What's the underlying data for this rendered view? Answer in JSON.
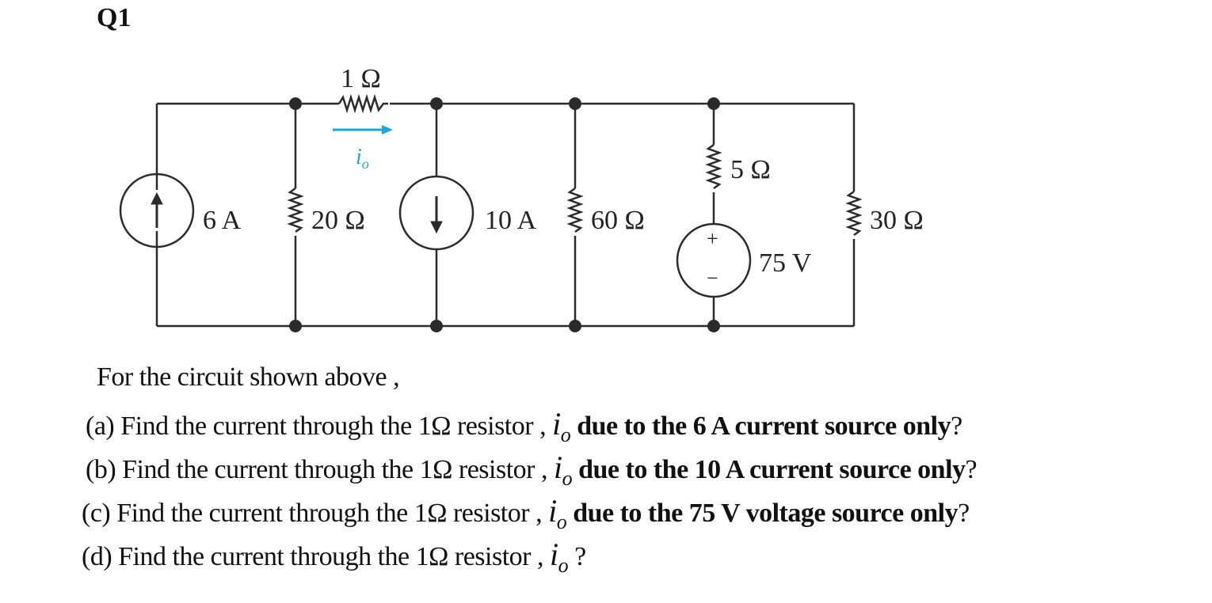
{
  "heading": "Q1",
  "circuit": {
    "r1_label": "1 Ω",
    "io_symbol": "i",
    "io_sub": "o",
    "current_6_label": "6 A",
    "r20_label": "20 Ω",
    "current_10_label": "10 A",
    "r60_label": "60 Ω",
    "r5_label": "5 Ω",
    "v75_label": "75 V",
    "plus_sign": "+",
    "minus_sign": "−",
    "r30_label": "30 Ω",
    "colors": {
      "wire": "#2b2b2b",
      "arrow": "#1ea7d6"
    }
  },
  "intro": "For the circuit shown above ,",
  "questions": [
    {
      "prefix": "(a) Find the current through the 1Ω resistor ,",
      "io_symbol": "i",
      "io_sub": "o",
      "bold": "due to the 6 A current source only",
      "suffix": "?"
    },
    {
      "prefix": "(b) Find the current through the 1Ω resistor ,",
      "io_symbol": "i",
      "io_sub": "o",
      "bold": "due to the 10 A current source only",
      "suffix": "?"
    },
    {
      "prefix": "(c) Find the current through the 1Ω resistor ,",
      "io_symbol": "i",
      "io_sub": "o",
      "bold": "due to the 75 V voltage source only",
      "suffix": "?"
    },
    {
      "prefix": "(d) Find the current through the 1Ω resistor ,",
      "io_symbol": "i",
      "io_sub": "o",
      "bold": "",
      "suffix": "?"
    }
  ]
}
